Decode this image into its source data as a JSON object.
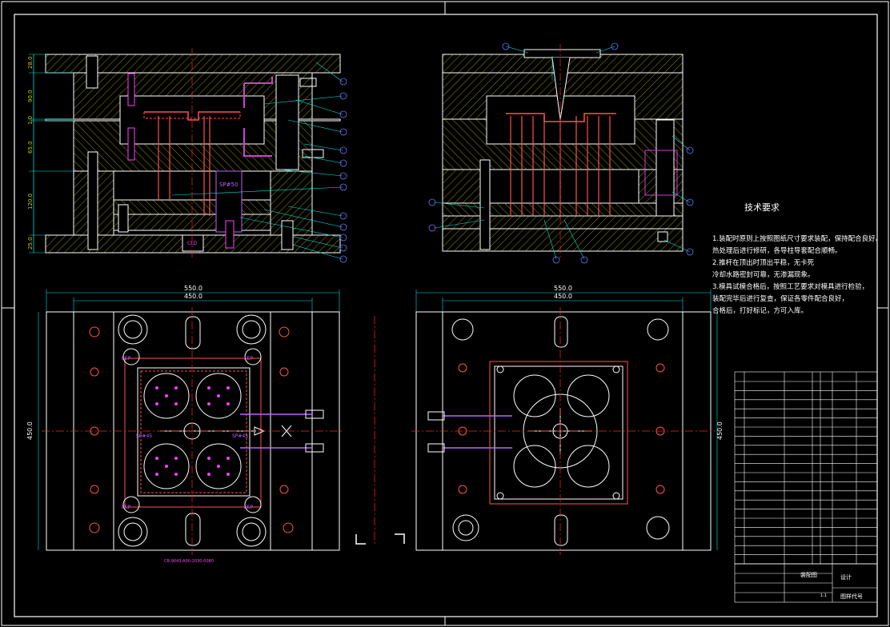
{
  "window": {
    "background": "#000000"
  },
  "colors": {
    "frame": "#ffffff",
    "hatch": "#c8c800",
    "outline": "#ffffff",
    "center": "#ff2020",
    "dim": "#00e0e0",
    "magenta": "#ff40ff",
    "balloon": "#7070ff",
    "water": "#d040d0"
  },
  "left_section": {
    "dims_vertical": [
      "28.0",
      "90.0",
      "1.0",
      "65.0",
      "120.0",
      "25.0"
    ],
    "sprue_label": "SP#50",
    "cooling_label": "CLD"
  },
  "plan_left": {
    "dim_outer": "550.0",
    "dim_inner": "450.0",
    "dim_height": "450.0",
    "labels": {
      "ep_tl": "EEP",
      "ep_tr": "EEP",
      "ep_bl": "EEP",
      "ep_br": "EEP",
      "gate_l": "SP#45",
      "gate_r": "SP#45"
    },
    "note": "CB-9043-A00-2030-0080"
  },
  "plan_right": {
    "dim_outer": "550.0",
    "dim_inner": "450.0",
    "dim_height": "450.0"
  },
  "tech_req": {
    "title": "技术要求",
    "lines": [
      "1.装配时原则上按照图纸尺寸要求装配，保持配合良好。",
      "  热处理后进行修研，各导柱导套配合顺畅。",
      "2.推杆在顶出时顶出平稳，无卡死",
      "  冷却水路密封可靠，无渗漏现象。",
      "3.模具试模合格后，按照工艺要求对模具进行检验，",
      "  装配完毕后进行复查，保证各零件配合良好，",
      "  合格后，打好标记，方可入库。"
    ]
  },
  "title_block": {
    "drawing_name": "装配图",
    "designer": "设计",
    "code": "图样代号",
    "scale": "1:1"
  }
}
